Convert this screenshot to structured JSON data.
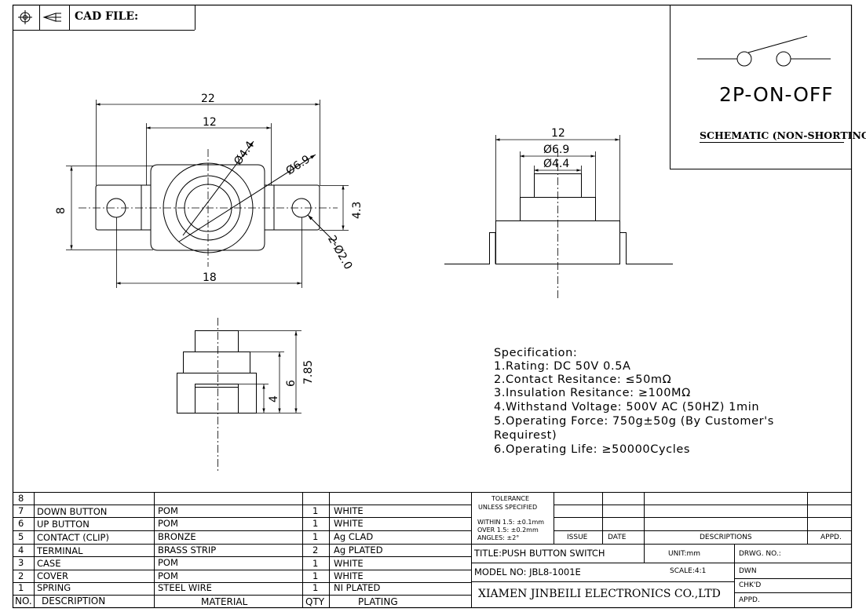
{
  "header": {
    "cad_label": "CAD FILE:"
  },
  "schematic": {
    "mode": "2P-ON-OFF",
    "title": "SCHEMATIC (NON-SHORTING)"
  },
  "front_view": {
    "overall_width": "22",
    "body_width": "12",
    "inner_diameter": "Ø4.4",
    "outer_diameter": "Ø6.9",
    "height": "8",
    "tab_height": "4.3",
    "hole_pitch": "18",
    "holes": "2-Ø2.0"
  },
  "side_view": {
    "width": "12",
    "outer_diameter": "Ø6.9",
    "inner_diameter": "Ø4.4"
  },
  "bottom_view": {
    "total_height": "7.85",
    "body_height": "6",
    "base_height": "4"
  },
  "specification": {
    "heading": "Specification:",
    "lines": [
      "1.Rating: DC 50V 0.5A",
      "2.Contact Resitance: ≤50mΩ",
      "3.Insulation Resitance: ≥100MΩ",
      "4.Withstand Voltage: 500V AC (50HZ) 1min",
      "5.Operating Force: 750g±50g (By Customer's",
      "Requirest)",
      "6.Operating Life: ≥50000Cycles"
    ]
  },
  "bom": {
    "headers": [
      "NO.",
      "DESCRIPTION",
      "MATERIAL",
      "QTY",
      "PLATING"
    ],
    "rows": [
      [
        "8",
        "",
        "",
        "",
        ""
      ],
      [
        "7",
        "DOWN BUTTON",
        "POM",
        "1",
        "WHITE"
      ],
      [
        "6",
        "UP BUTTON",
        "POM",
        "1",
        "WHITE"
      ],
      [
        "5",
        "CONTACT (CLIP)",
        "BRONZE",
        "1",
        "Ag CLAD"
      ],
      [
        "4",
        "TERMINAL",
        "BRASS STRIP",
        "2",
        "Ag PLATED"
      ],
      [
        "3",
        "CASE",
        "POM",
        "1",
        "WHITE"
      ],
      [
        "2",
        "COVER",
        "POM",
        "1",
        "WHITE"
      ],
      [
        "1",
        "SPRING",
        "STEEL WIRE",
        "1",
        "NI PLATED"
      ]
    ]
  },
  "title_block": {
    "tolerance_1": "TOLERANCE",
    "tolerance_2": "UNLESS SPECIFIED",
    "within": "WITHIN 1.5: ±0.1mm",
    "over": "OVER 1.5: ±0.2mm",
    "angles": "ANGLES: ±2°",
    "issue": "ISSUE",
    "date": "DATE",
    "descriptions": "DESCRIPTIONS",
    "appd": "APPD.",
    "title": "TITLE:PUSH BUTTON SWITCH",
    "unit": "UNIT:mm",
    "drwg_no": "DRWG. NO.:",
    "model": "MODEL NO: JBL8-1001E",
    "scale": "SCALE:4:1",
    "dwn": "DWN",
    "chkd": "CHK'D",
    "appd2": "APPD.",
    "company": "XIAMEN JINBEILI ELECTRONICS CO.,LTD"
  }
}
